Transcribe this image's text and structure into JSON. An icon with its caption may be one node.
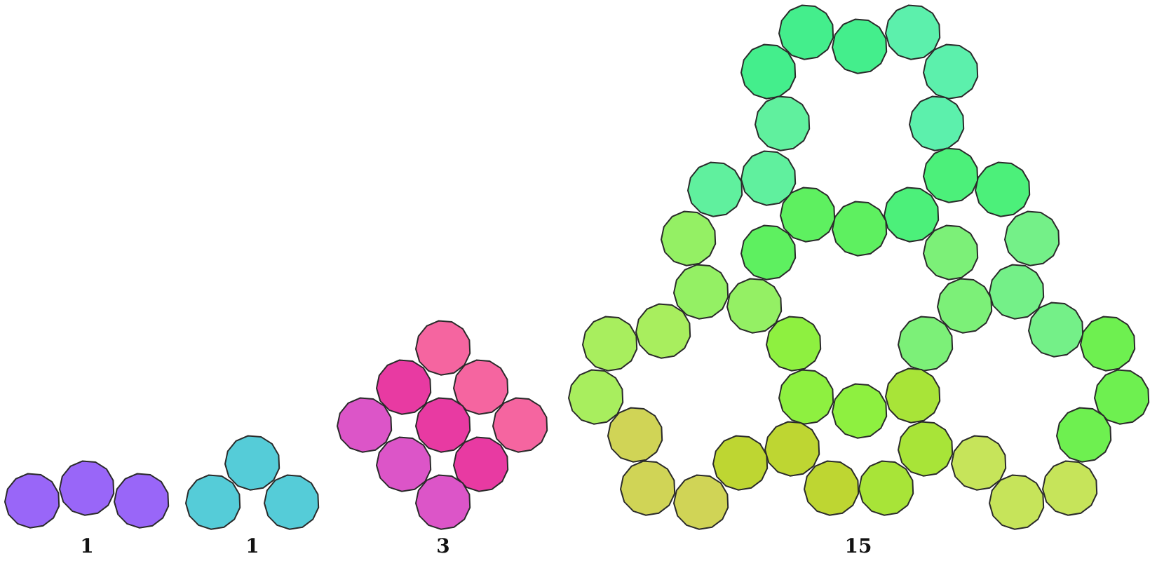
{
  "diagram": {
    "labels": [
      "1",
      "1",
      "3",
      "15"
    ]
  }
}
